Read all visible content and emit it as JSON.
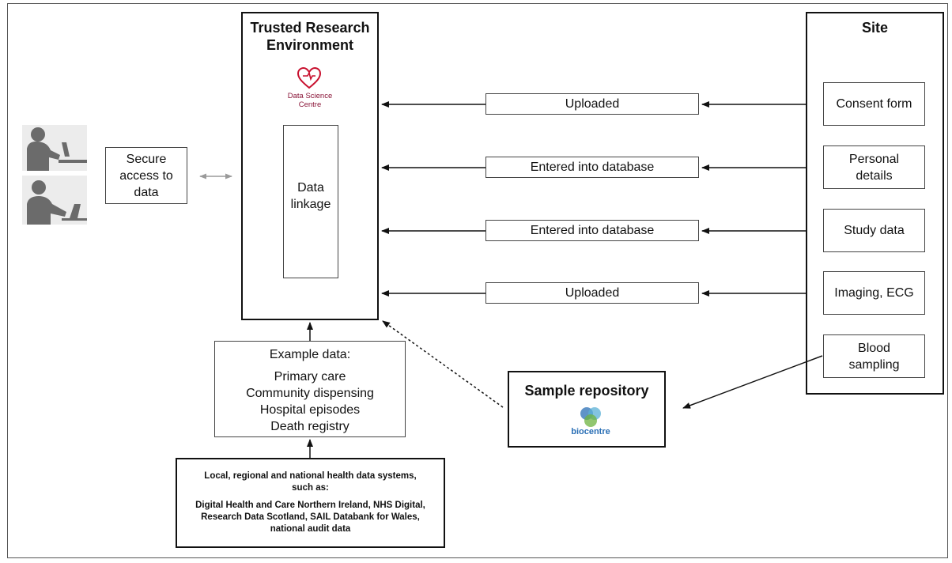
{
  "left": {
    "access_box": "Secure access to data"
  },
  "tre": {
    "title": "Trusted Research Environment",
    "logo_text_1": "Data Science",
    "logo_text_2": "Centre",
    "linkage_box": "Data linkage"
  },
  "site": {
    "title": "Site",
    "items": [
      "Consent form",
      "Personal details",
      "Study data",
      "Imaging, ECG",
      "Blood sampling"
    ]
  },
  "flows": [
    "Uploaded",
    "Entered into database",
    "Entered into database",
    "Uploaded"
  ],
  "example": {
    "title": "Example data:",
    "lines": [
      "Primary care",
      "Community dispensing",
      "Hospital episodes",
      "Death registry"
    ]
  },
  "sources": {
    "line1": "Local, regional and national health data systems, such as:",
    "line2": "Digital Health and Care Northern Ireland, NHS Digital, Research Data Scotland, SAIL Databank for Wales, national audit data"
  },
  "repository": {
    "title": "Sample repository",
    "logo_text": "biocentre"
  },
  "colors": {
    "bhf_red": "#c8102e",
    "biocentre_blue": "#2a6fb5",
    "biocentre_green": "#6db33f"
  }
}
